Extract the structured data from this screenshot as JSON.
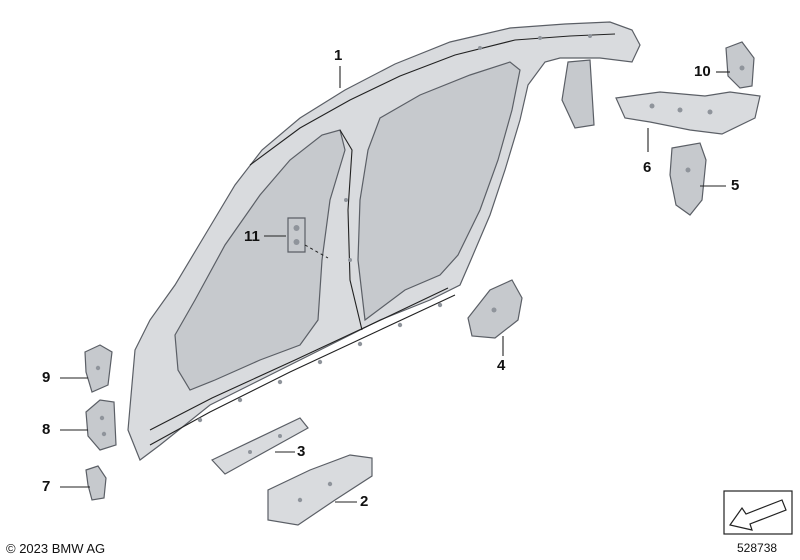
{
  "callouts": {
    "c1": "1",
    "c2": "2",
    "c3": "3",
    "c4": "4",
    "c5": "5",
    "c6": "6",
    "c7": "7",
    "c8": "8",
    "c9": "9",
    "c10": "10",
    "c11": "11"
  },
  "footer": {
    "copyright": "© 2023 BMW AG",
    "diagram_id": "528738"
  },
  "colors": {
    "part_fill": "#d9dbde",
    "part_stroke": "#5b5f66"
  }
}
